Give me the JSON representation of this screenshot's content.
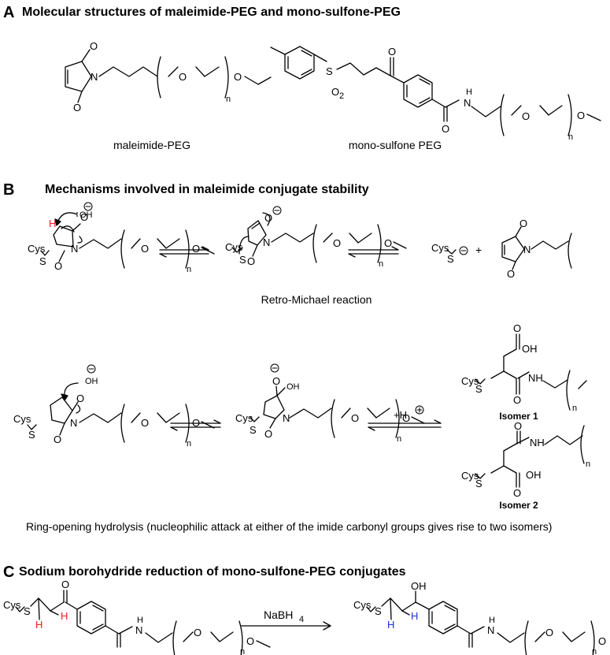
{
  "panels": {
    "a": {
      "letter": "A",
      "title": "Molecular structures of maleimide-PEG and mono-sulfone-PEG",
      "label_left": "maleimide-PEG",
      "label_right": "mono-sulfone PEG"
    },
    "b": {
      "letter": "B",
      "title": "Mechanisms involved in maleimide conjugate stability",
      "retro_caption": "Retro-Michael reaction",
      "hydrolysis_caption": "Ring-opening hydrolysis (nucleophilic attack at either of the imide carbonyl groups gives rise to two isomers)",
      "isomer1": "Isomer 1",
      "isomer2": "Isomer 2",
      "proton": "+H",
      "plus": "+"
    },
    "c": {
      "letter": "C",
      "title": "Sodium borohydride reduction of mono-sulfone-PEG conjugates",
      "reagent_main": "NaBH",
      "reagent_sub": "4"
    }
  },
  "atoms": {
    "O": "O",
    "N": "N",
    "S": "S",
    "H": "H",
    "n": "n",
    "Cys": "Cys",
    "NH": "NH",
    "OH": "OH",
    "O2": "O",
    "two": "2"
  },
  "colors": {
    "h_red": "#e8201e",
    "h_blue": "#1f2fd8",
    "ink": "#000000"
  }
}
